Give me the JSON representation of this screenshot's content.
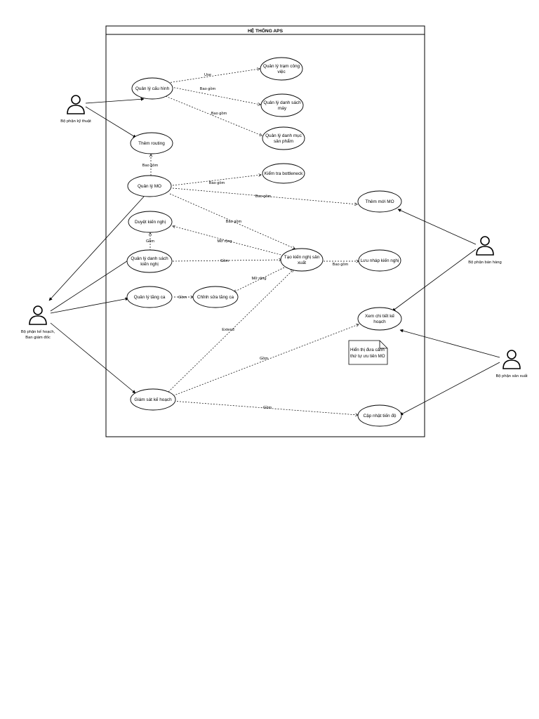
{
  "system": {
    "title": "HỆ THỐNG APS"
  },
  "actors": {
    "ky_thuat": "Bộ phận kỹ thuật",
    "ke_hoach": [
      "Bộ phận kế hoạch,",
      "Ban giám đốc"
    ],
    "ban_hang": "Bộ phận bán hàng",
    "san_xuat": "Bộ phận sản xuất"
  },
  "use_cases": {
    "quan_ly_cau_hinh": [
      "Quản lý cấu hình"
    ],
    "quan_ly_tram": [
      "Quản lý trạm công",
      "việc"
    ],
    "quan_ly_may": [
      "Quản lý danh sách",
      "máy"
    ],
    "quan_ly_san_pham": [
      "Quản lý danh mục",
      "sản phẩm"
    ],
    "them_routing": [
      "Thêm routing"
    ],
    "quan_ly_mo": [
      "Quản lý MO"
    ],
    "kiem_tra": [
      "Kiểm tra bottleneck"
    ],
    "them_moi_mo": [
      "Thêm mới MO"
    ],
    "duyet_kien_nghi": [
      "Duyệt kiến nghị"
    ],
    "quan_ly_ds_kien_nghi": [
      "Quản lý danh sách",
      "kiến nghị"
    ],
    "tao_kien_nghi": [
      "Tạo kiến nghị sản",
      "xuất"
    ],
    "luu_nhap": [
      "Lưu nháp kiến nghị"
    ],
    "quan_ly_tang_ca": [
      "Quản lý tăng ca"
    ],
    "chinh_sua_tang_ca": [
      "Chỉnh sửa tăng ca"
    ],
    "xem_chi_tiet": [
      "Xem chi tiết kế",
      "hoạch"
    ],
    "giam_sat": [
      "Giám sát kế hoạch"
    ],
    "cap_nhat": [
      "Cập nhật tiến độ"
    ]
  },
  "note": [
    "Hiển thị đưa cảnh",
    "thứ tự ưu tiên MO"
  ],
  "relations": {
    "use": "Use",
    "bao_gom": "Bao gồm",
    "mo_rong": "Mở rộng",
    "gom": "Gồm",
    "extend": "Extend"
  }
}
